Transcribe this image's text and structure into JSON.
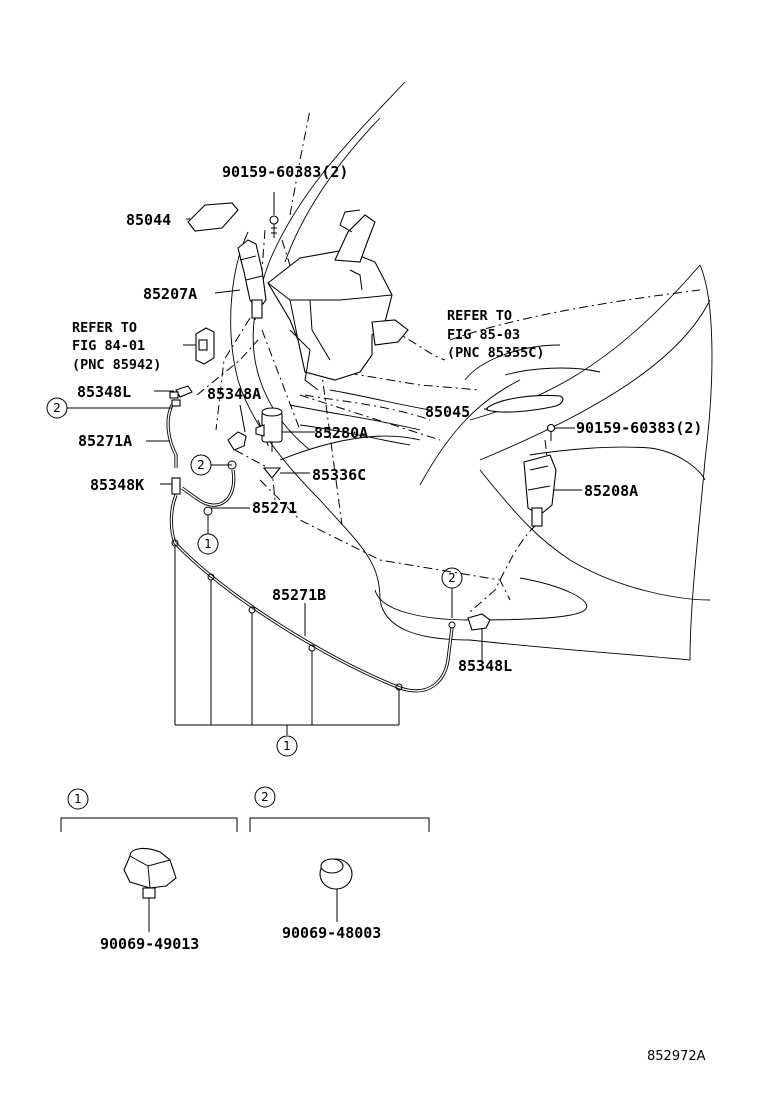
{
  "labels": {
    "bolt_top": "90159-60383(2)",
    "cap_85044": "85044",
    "nozzle_85207A": "85207A",
    "refer_left_1": "REFER TO",
    "refer_left_2": "FIG 84-01",
    "refer_left_3": "(PNC 85942)",
    "refer_right_1": "REFER TO",
    "refer_right_2": "FIG 85-03",
    "refer_right_3": "(PNC 85355C)",
    "valve_85348L_top": "85348L",
    "joint_85348A": "85348A",
    "cap_85045": "85045",
    "pump_85280A": "85280A",
    "bolt_right": "90159-60383(2)",
    "hose_85271A": "85271A",
    "grommet_85336C": "85336C",
    "valve_85348K": "85348K",
    "nozzle_85208A": "85208A",
    "hose_85271": "85271",
    "hose_85271B": "85271B",
    "valve_85348L_bottom": "85348L",
    "clamp1_part": "90069-49013",
    "clamp2_part": "90069-48003",
    "figure_code": "852972A"
  },
  "callouts": {
    "one": "1",
    "two": "2"
  }
}
